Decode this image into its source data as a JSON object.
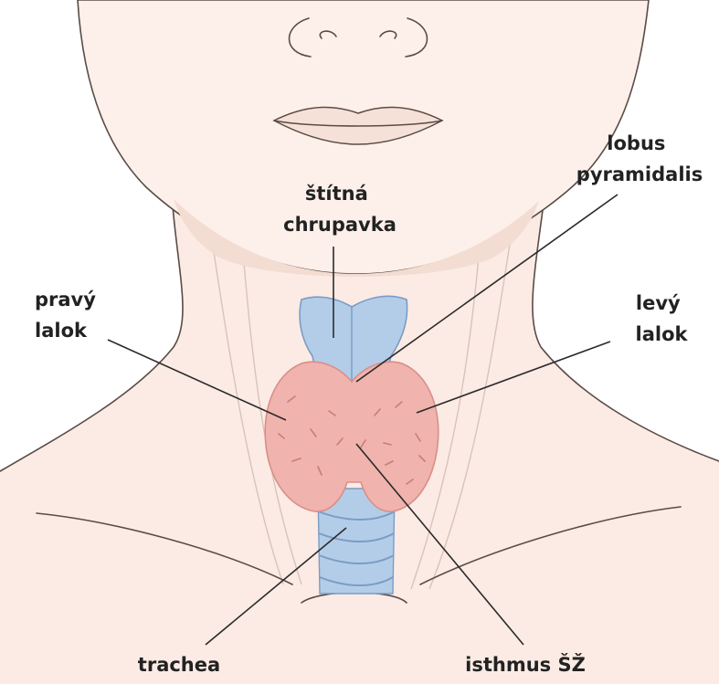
{
  "labels": {
    "thyroid_cartilage": [
      "štítná",
      "chrupavka"
    ],
    "pyramidal_lobe": [
      "lobus",
      "pyramidalis"
    ],
    "right_lobe": [
      "pravý",
      "lalok"
    ],
    "left_lobe": [
      "levý",
      "lalok"
    ],
    "trachea": "trachea",
    "isthmus": "isthmus ŠŽ"
  },
  "colors": {
    "skin": "#fbebe4",
    "skin_outline": "#5a4b45",
    "thyroid_gland": "#f0b3ad",
    "cartilage": "#b3cde9",
    "label_text": "#222222"
  }
}
